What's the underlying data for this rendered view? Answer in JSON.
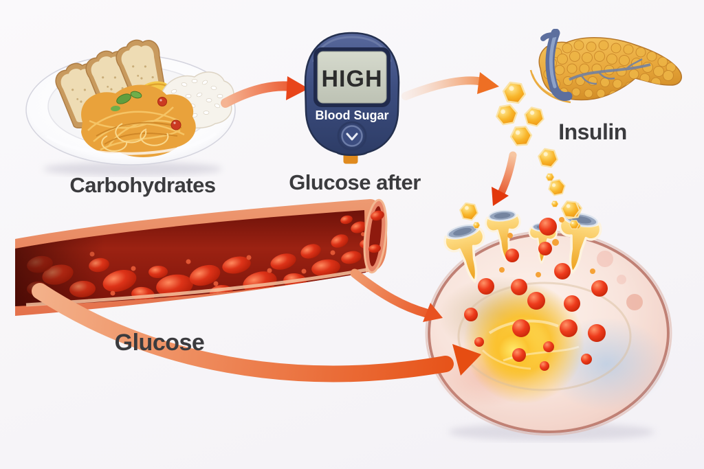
{
  "labels": {
    "carbohydrates": "Carbohydrates",
    "glucose_after": "Glucose after",
    "insulin": "Insulin",
    "glucose": "Glucose"
  },
  "meter": {
    "reading": "HIGH",
    "label": "Blood Sugar"
  },
  "illustrations": [
    "plate-of-carbohydrates",
    "glucose-meter",
    "pancreas",
    "insulin-hexagon-trail",
    "blood-vessel-with-red-blood-cells",
    "cell-with-insulin-receptors-and-glucose"
  ],
  "flow": [
    {
      "from": "carbohydrates-plate",
      "to": "glucose-meter"
    },
    {
      "from": "glucose-meter",
      "to": "pancreas"
    },
    {
      "from": "pancreas",
      "to": "cell-receptors"
    },
    {
      "from": "blood-vessel",
      "to": "cell"
    },
    {
      "from": "blood-vessel",
      "to": "cell"
    }
  ],
  "palette": {
    "background": "#f7f5f8",
    "label_text": "#3b3b3e",
    "arrow_orange": "#e8481c",
    "meter_body_navy": "#3d4e80",
    "meter_screen_gray": "#ccd0c6",
    "test_strip_orange": "#f2a636",
    "pancreas_gold": "#e8a83c",
    "duct_blue": "#5d6f9e",
    "vessel_wall_salmon": "#e8744e",
    "vessel_lumen_red": "#8e1a0e",
    "blood_cell_red": "#d62e17",
    "insulin_hexagon_gold": "#f5a623",
    "cell_rim_pink": "#c08175",
    "cell_glow_yellow": "#f9d02f",
    "glucose_ball_red": "#ee3b1c",
    "receptor_gold": "#f0a21e",
    "receptor_cup_blue": "#93a2bd"
  }
}
